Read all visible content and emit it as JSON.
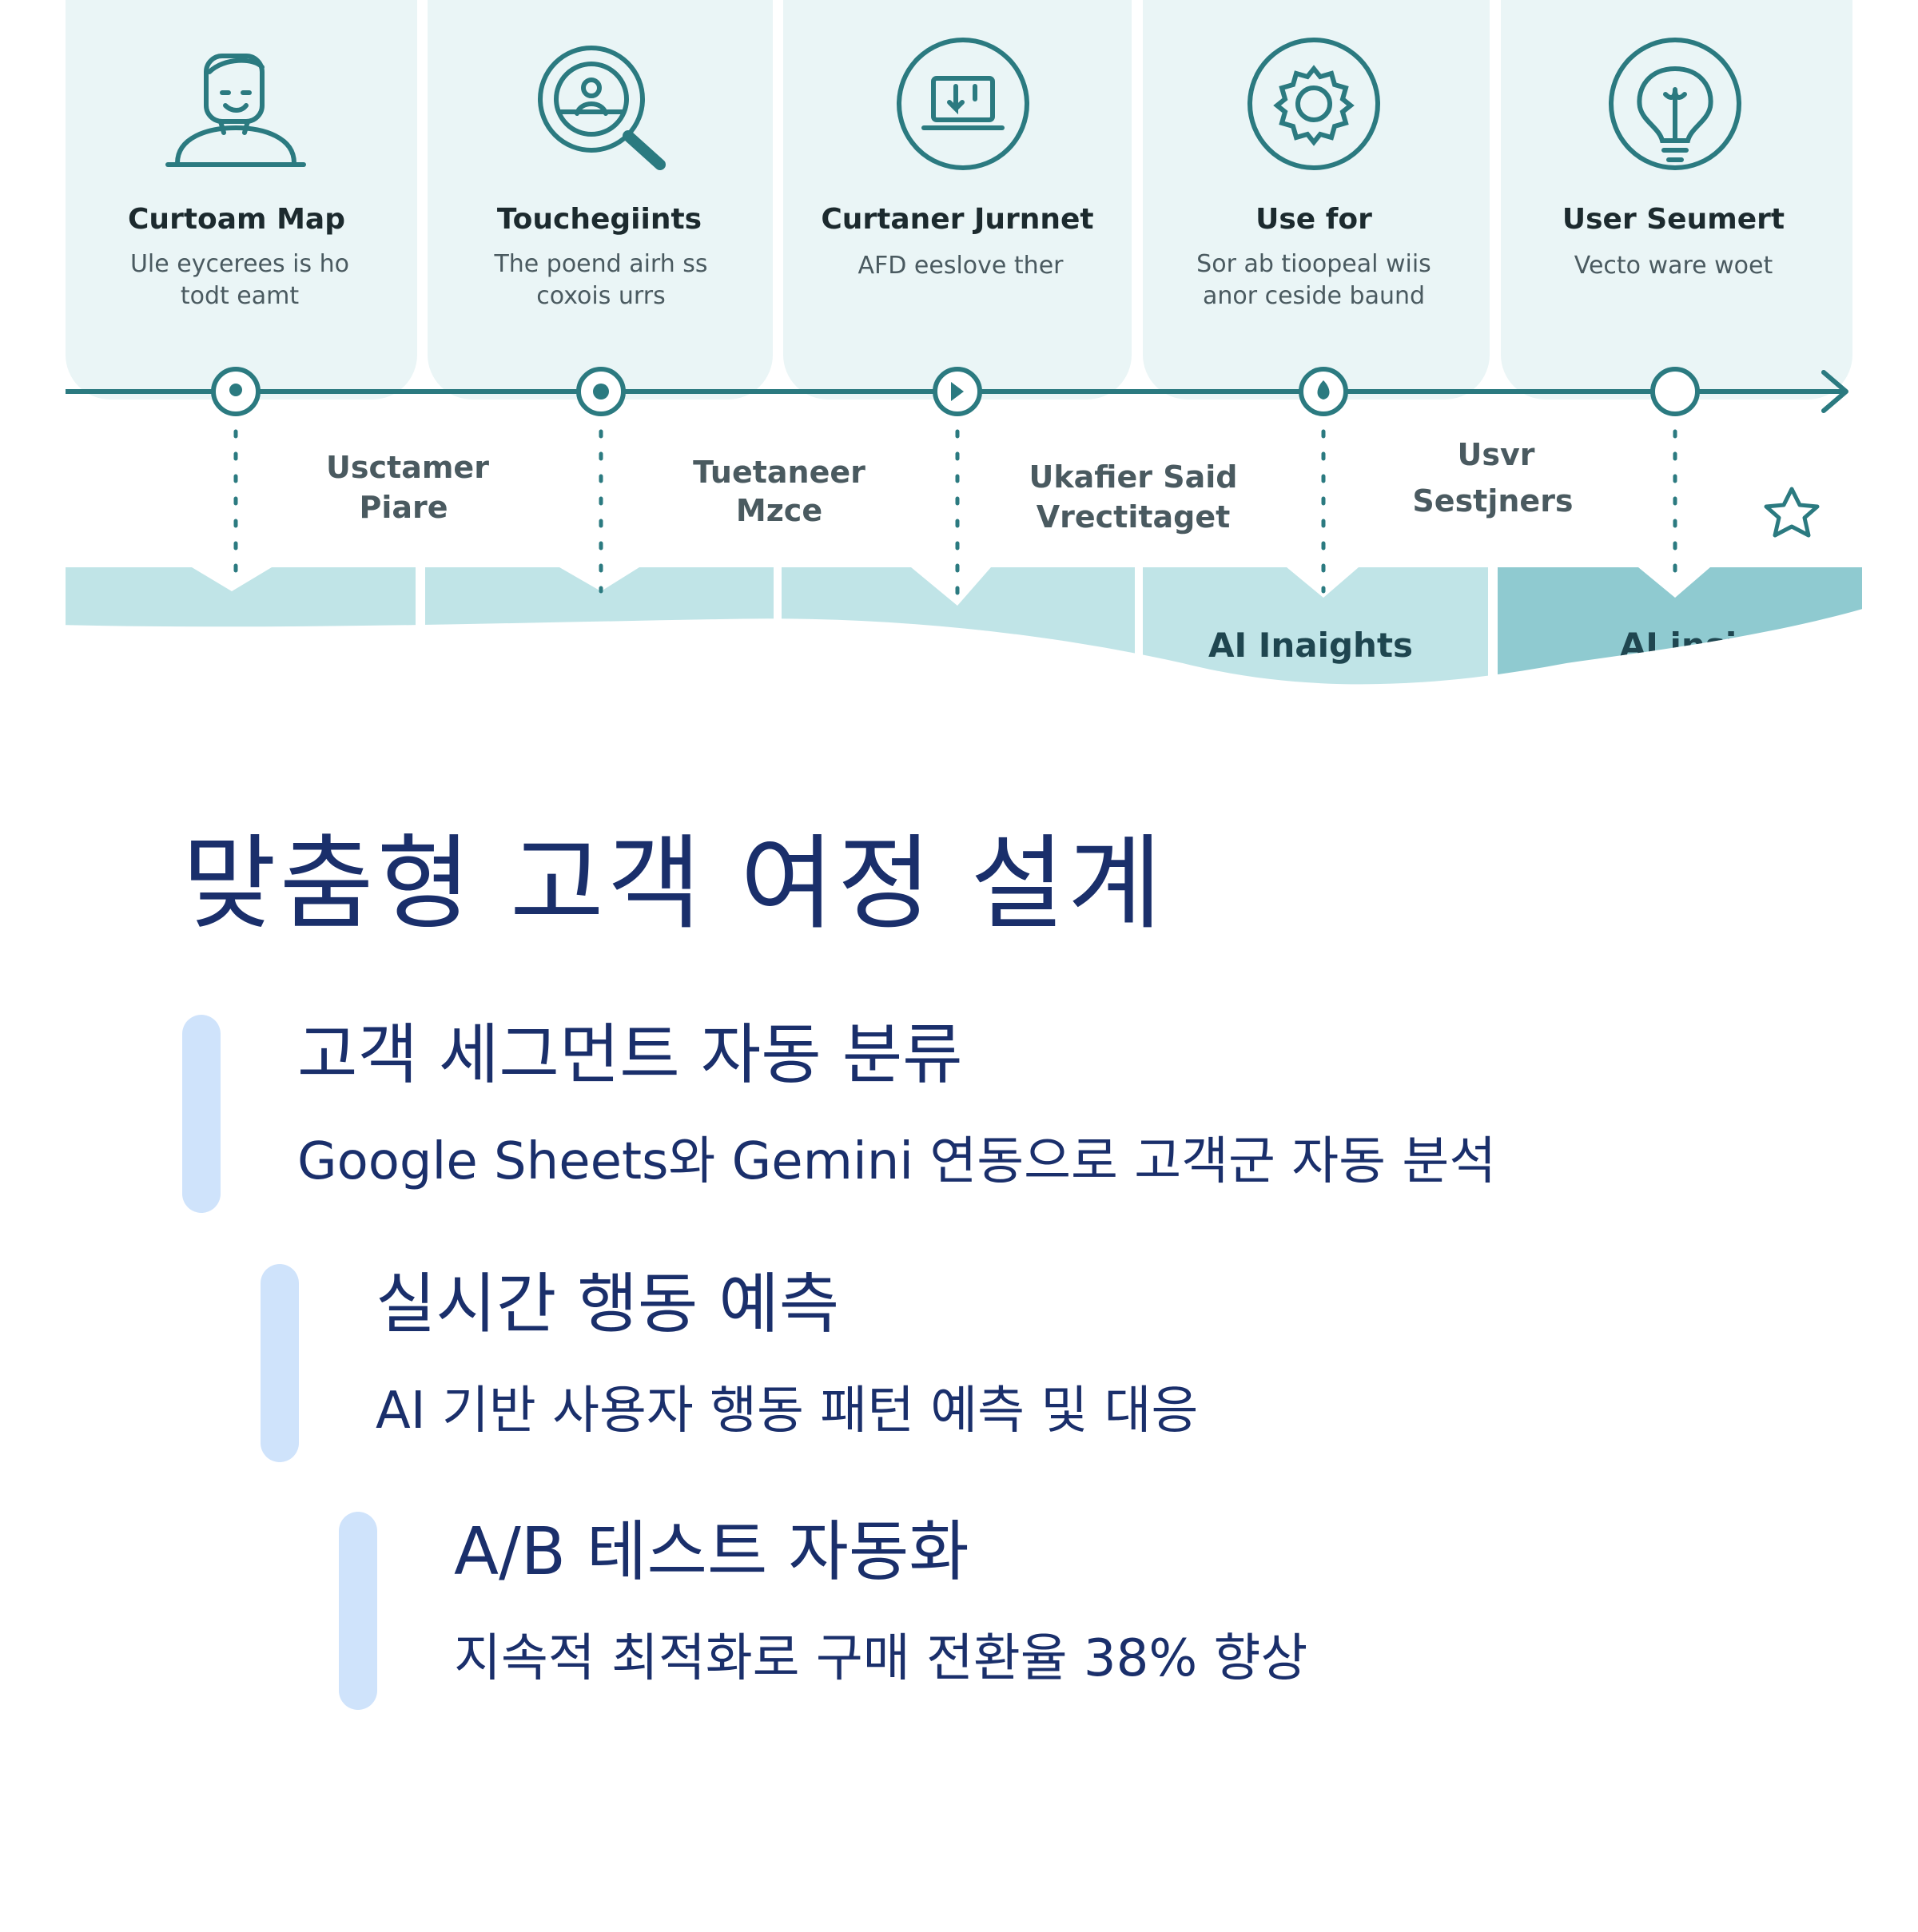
{
  "hero": {
    "stages": [
      {
        "title": "Curtoam Map",
        "desc_line1": "Ule eycerees is ho",
        "desc_line2": "todt eamt"
      },
      {
        "title": "Touchegiints",
        "desc_line1": "The poend airh ss",
        "desc_line2": "coxois urrs"
      },
      {
        "title": "Curtaner Jurnnet",
        "desc_line1": "AFD eeslove ther",
        "desc_line2": ""
      },
      {
        "title": "Use for",
        "desc_line1": "Sor ab tioopeal wiis",
        "desc_line2": "anor ceside baund"
      },
      {
        "title": "User Seumert",
        "desc_line1": "Vecto ware woet",
        "desc_line2": ""
      }
    ],
    "between_labels": [
      {
        "line1": "Usctamer",
        "line2": "Piare"
      },
      {
        "line1": "Tuetaneer",
        "line2": "Mzce"
      },
      {
        "line1": "Ukafier Said",
        "line2": "Vrectitaget"
      },
      {
        "line1": "Usvr",
        "line2": "Sestjners"
      }
    ],
    "bottom_tabs": [
      "AI Inaights",
      "AI insi"
    ],
    "colors": {
      "teal": "#2b7a80",
      "panel": "#eaf5f6",
      "tab": "#c0e4e7",
      "tab_dark": "#8fcad0"
    }
  },
  "title": "맞춤형 고객 여정 설계",
  "features": [
    {
      "title": "고객 세그먼트 자동 분류",
      "description": "Google Sheets와 Gemini 연동으로 고객군 자동 분석"
    },
    {
      "title": "실시간 행동 예측",
      "description": "AI 기반 사용자 행동 패턴 예측 및 대응"
    },
    {
      "title": "A/B 테스트 자동화",
      "description": "지속적 최적화로 구매 전환율 38% 향상"
    }
  ],
  "colors": {
    "heading": "#1a2f6b",
    "accent_bar": "#cfe3fb"
  }
}
